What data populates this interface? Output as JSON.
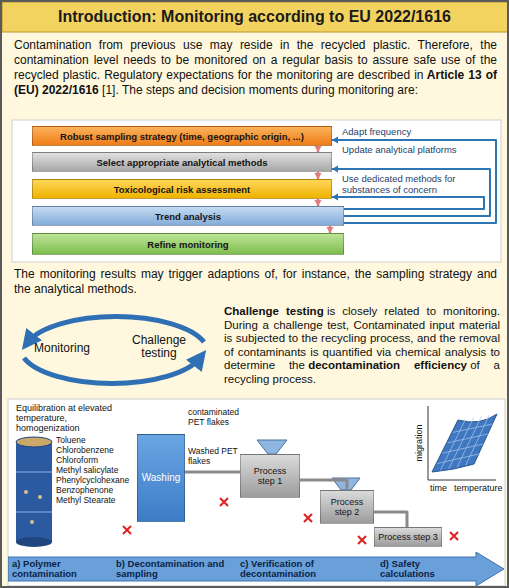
{
  "diagram": {
    "title": "Introduction: Monitoring according to EU 2022/1616",
    "nodes": [
      {
        "text": [
          "Robust sampling strategy (time, geographic origin, ...)"
        ]
      },
      {
        "text": [
          "Select appropriate analytical methods"
        ]
      },
      {
        "text": [
          "Toxicological risk assessment"
        ]
      },
      {
        "text": [
          "Trend analysis"
        ]
      },
      {
        "text": [
          "Refine monitoring"
        ]
      },
      {
        "text": [
          "Washing"
        ]
      },
      {
        "text": [
          "Process step 1"
        ]
      },
      {
        "text": [
          "Process step 2"
        ]
      },
      {
        "text": [
          "Process step 3"
        ]
      },
      {
        "text": [
          "a) Polymer contamination",
          "b) Decontamination and sampling",
          "c) Verification of decontamination",
          "d) Safety calculations"
        ]
      }
    ],
    "edges": [
      {
        "from": 0,
        "to": 1,
        "arrow": "to"
      },
      {
        "from": 1,
        "to": 2,
        "arrow": "to"
      },
      {
        "from": 2,
        "to": 3,
        "arrow": "to"
      },
      {
        "from": 3,
        "to": 4,
        "arrow": "to"
      },
      {
        "from": 3,
        "to": 2,
        "label": "Use dedicated methods for substances of concern",
        "arrow": "to"
      },
      {
        "from": 3,
        "to": 1,
        "label": "Update analytical platforms",
        "arrow": "to"
      },
      {
        "from": 3,
        "to": 0,
        "label": "Adapt frequency",
        "arrow": "to"
      },
      {
        "from": 5,
        "to": 6,
        "arrow": "none"
      },
      {
        "from": 6,
        "to": 7,
        "arrow": "none"
      },
      {
        "from": 7,
        "to": 8,
        "arrow": "none"
      }
    ],
    "labels": [
      "Contamination from previous use may reside in the recycled plastic. Therefore, the contamination level needs to be monitored on a regular basis to assure safe use of the recycled plastic. Regulatory expectations for the monitoring are described in",
      "Article 13 of (EU) 2022/1616",
      "[1]. The steps and decision moments during monitoring are:",
      "The monitoring results may trigger adaptions of, for instance, the sampling strategy and the analytical methods.",
      "Monitoring",
      "Challenge testing",
      "Challenge testing",
      "is closely related to monitoring. During a challenge test, Contaminated input material is subjected to the recycling process, and the removal of contaminants is quantified via chemical analysis to determine the",
      "decontamination efficiency",
      "of a recycling process.",
      "Equilibration at elevated temperature, homogenization",
      "Toluene",
      "Chlorobenzene",
      "Chloroform",
      "Methyl salicylate",
      "Phenylcyclohexane",
      "Benzophenone",
      "Methyl Stearate",
      "contaminated PET flakes",
      "Washed PET flakes",
      "migration",
      "time",
      "temperature"
    ]
  }
}
